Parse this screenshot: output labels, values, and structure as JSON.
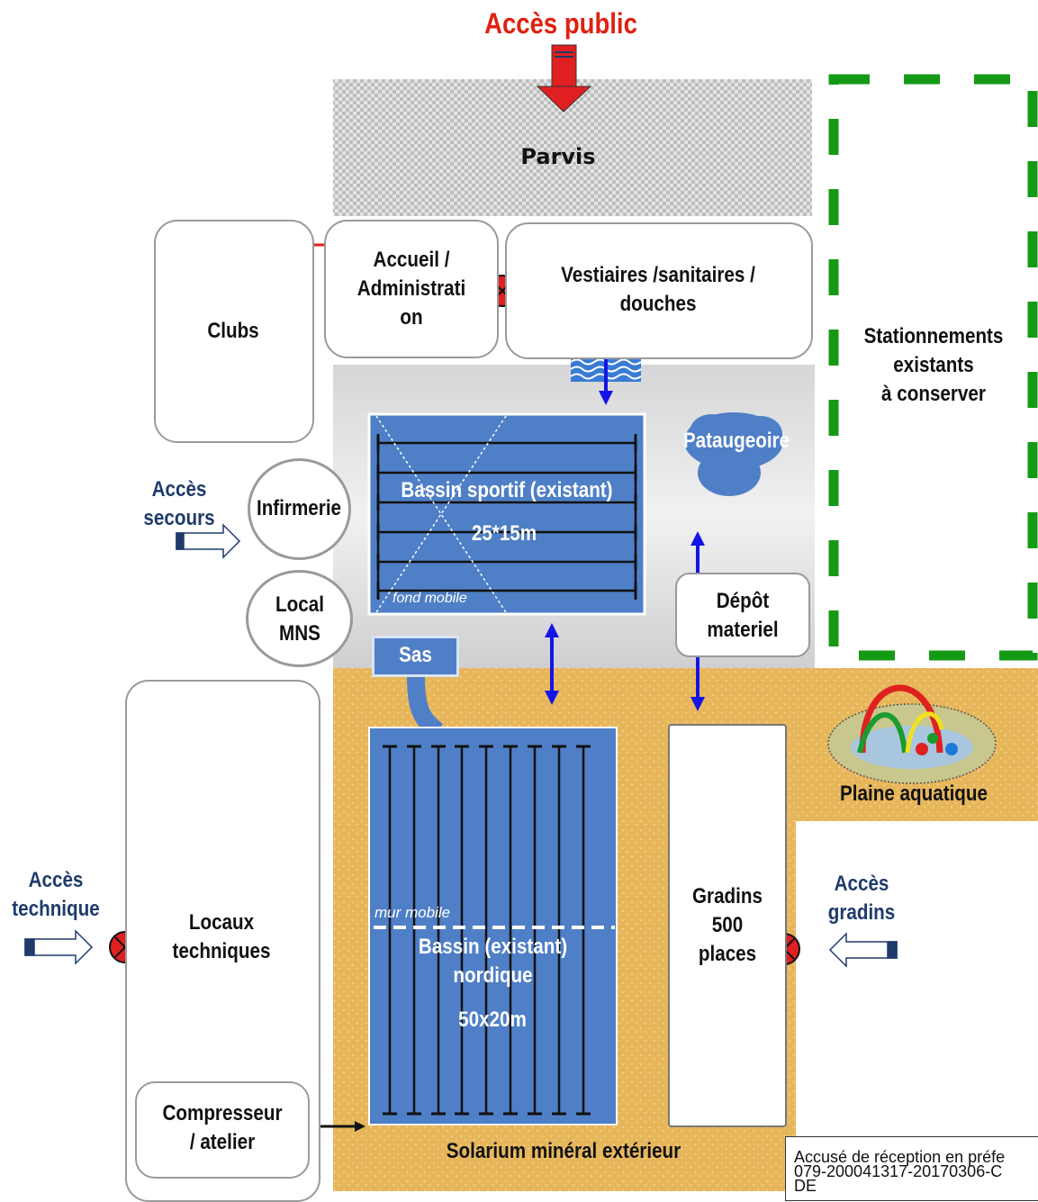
{
  "title": "Accès public",
  "zones": {
    "parvis": "Parvis",
    "clubs": "Clubs",
    "accueil": "Accueil /\nAdministrati\non",
    "vestiaires": "Vestiaires /sanitaires /\ndouches",
    "stationnements": "Stationnements\nexistants\nà conserver",
    "infirmerie": "Infirmerie",
    "local_mns": "Local\nMNS",
    "pataugeoire": "Pataugeoire",
    "depot": "Dépôt\nmateriel",
    "sas": "Sas",
    "plaine": "Plaine aquatique",
    "gradins": "Gradins\n500\nplaces",
    "locaux": "Locaux\ntechniques",
    "compresseur": "Compresseur\n/ atelier",
    "solarium": "Solarium minéral extérieur"
  },
  "pools": {
    "sportif_name": "Bassin sportif (existant)",
    "sportif_size": "25*15m",
    "sportif_note": "fond mobile",
    "nordique_name": "Bassin (existant)\nnordique",
    "nordique_size": "50x20m",
    "nordique_note": "mur mobile"
  },
  "access": {
    "secours": "Accès\nsecours",
    "technique": "Accès\ntechnique",
    "gradins": "Accès\ngradins"
  },
  "stamp": {
    "line1": "Accusé de réception en préfe",
    "line2": "079-200041317-20170306-C",
    "line3": "DE"
  },
  "colors": {
    "public_access": "#e02010",
    "arrow_blue": "#1414e6",
    "parking_border": "#159a15",
    "pool_blue": "#4f7fc6",
    "solarium": "#e8b85a",
    "no_access": "#e02020"
  }
}
